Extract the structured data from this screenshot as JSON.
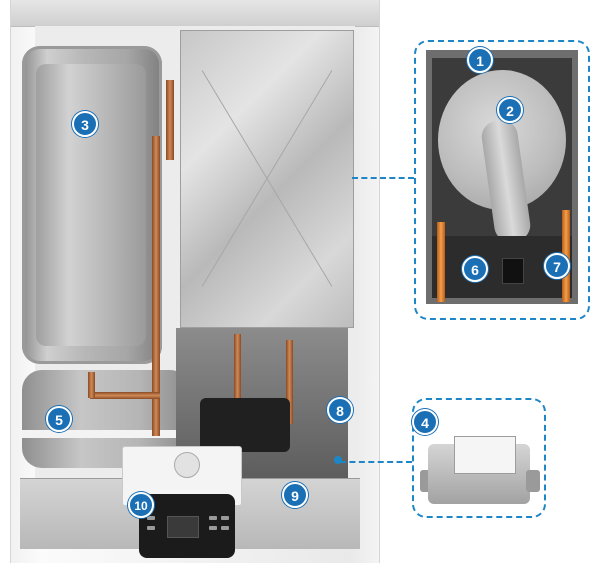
{
  "badges": [
    {
      "id": "1",
      "label": "1",
      "target": "detail-top"
    },
    {
      "id": "2",
      "label": "2",
      "target": "fan"
    },
    {
      "id": "3",
      "label": "3",
      "target": "expansion-vessel"
    },
    {
      "id": "4",
      "label": "4",
      "target": "gas-valve"
    },
    {
      "id": "5",
      "label": "5",
      "target": "tank"
    },
    {
      "id": "6",
      "label": "6",
      "target": "detail-component-left"
    },
    {
      "id": "7",
      "label": "7",
      "target": "detail-component-right"
    },
    {
      "id": "8",
      "label": "8",
      "target": "copper-pipe"
    },
    {
      "id": "9",
      "label": "9",
      "target": "valve-fitting"
    },
    {
      "id": "10",
      "label": "10",
      "target": "control-panel"
    }
  ],
  "colors": {
    "callout": "#1d86c6",
    "badge": "#1a6fb5",
    "copper": "#c07a45"
  }
}
